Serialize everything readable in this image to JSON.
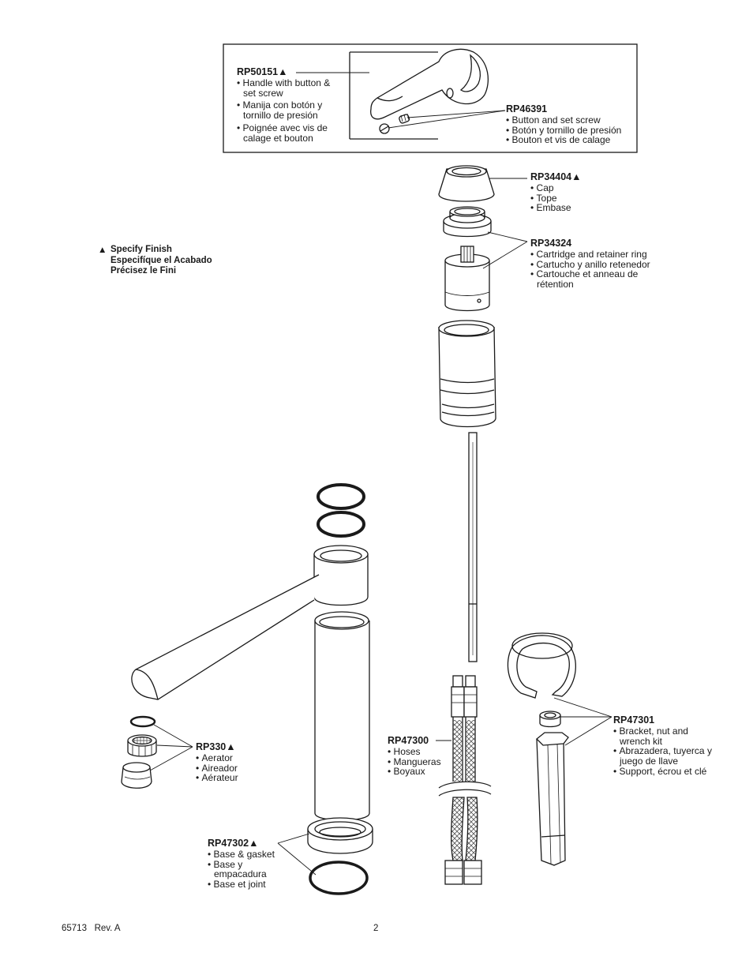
{
  "finish_symbol": "▲",
  "note": {
    "lines": [
      "Specify Finish",
      "Especifíque el Acabado",
      "Précisez le Fini"
    ]
  },
  "parts": {
    "rp50151": {
      "number": "RP50151▲",
      "bullets": [
        "Handle with button & set screw",
        "Manija con botón y tornillo de presión",
        "Poignée avec vis de calage et bouton"
      ]
    },
    "rp46391": {
      "number": "RP46391",
      "bullets": [
        "Button and set screw",
        "Botón y tornillo de presión",
        "Bouton et vis de calage"
      ]
    },
    "rp34404": {
      "number": "RP34404▲",
      "bullets": [
        "Cap",
        "Tope",
        "Embase"
      ]
    },
    "rp34324": {
      "number": "RP34324",
      "bullets": [
        "Cartridge and retainer ring",
        "Cartucho y anillo retenedor",
        "Cartouche et anneau de rétention"
      ]
    },
    "rp47301": {
      "number": "RP47301",
      "bullets": [
        "Bracket, nut and wrench kit",
        "Abrazadera, tuyerca y juego de llave",
        "Support, écrou et clé"
      ]
    },
    "rp47300": {
      "number": "RP47300",
      "bullets": [
        "Hoses",
        "Mangueras",
        "Boyaux"
      ]
    },
    "rp330": {
      "number": "RP330▲",
      "bullets": [
        "Aerator",
        "Aireador",
        "Aérateur"
      ]
    },
    "rp47302": {
      "number": "RP47302▲",
      "bullets": [
        "Base & gasket",
        "Base y empacadura",
        "Base et joint"
      ]
    }
  },
  "footer": {
    "doc_number": "65713   Rev. A",
    "page_number": "2"
  }
}
